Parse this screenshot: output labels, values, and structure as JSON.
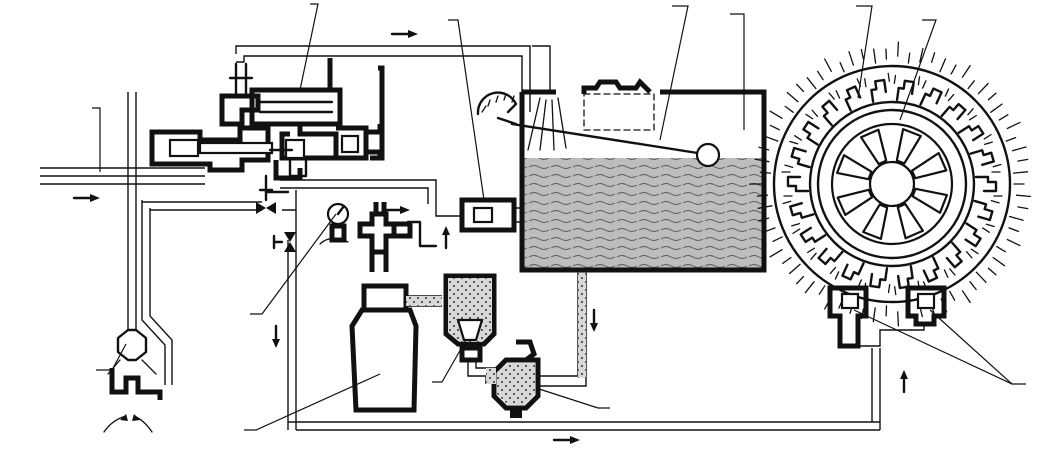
{
  "diagram": {
    "type": "schematic",
    "colors": {
      "ink": "#111111",
      "liquid": "#b9b9b9",
      "background": "#ffffff",
      "insulation": "#d8d8d8"
    },
    "flow_arrows": [
      {
        "name": "flow-arrow-top",
        "direction": "right"
      },
      {
        "name": "flow-arrow-inlet",
        "direction": "right"
      },
      {
        "name": "flow-arrow-mid",
        "direction": "right"
      },
      {
        "name": "flow-arrow-up-small",
        "direction": "up"
      },
      {
        "name": "flow-arrow-left-down",
        "direction": "down"
      },
      {
        "name": "flow-arrow-tank-down",
        "direction": "down"
      },
      {
        "name": "flow-arrow-bottom",
        "direction": "right"
      },
      {
        "name": "flow-arrow-right-up",
        "direction": "up"
      }
    ],
    "leader_lines": 14
  }
}
